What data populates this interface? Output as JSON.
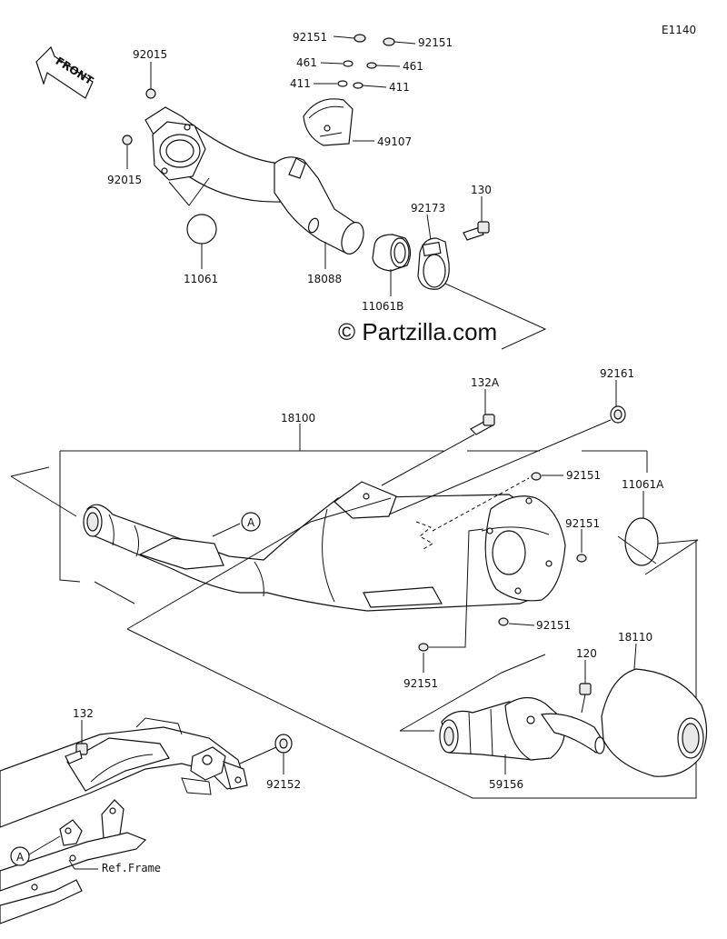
{
  "diagram_code": "E1140",
  "watermark": "© Partzilla.com",
  "front_label": "FRONT",
  "ref_frame_label": "Ref.Frame",
  "reference_marker": "A",
  "callouts": {
    "c92151_a": "92151",
    "c92151_b": "92151",
    "c461_a": "461",
    "c461_b": "461",
    "c411_a": "411",
    "c411_b": "411",
    "c49107": "49107",
    "c92015_a": "92015",
    "c92015_b": "92015",
    "c11061": "11061",
    "c18088": "18088",
    "c11061B": "11061B",
    "c92173": "92173",
    "c130": "130",
    "c18100": "18100",
    "c132A": "132A",
    "c92161": "92161",
    "c92151_c": "92151",
    "c11061A": "11061A",
    "c92151_d": "92151",
    "c92151_e": "92151",
    "c92151_f": "92151",
    "c120": "120",
    "c18110": "18110",
    "c59156": "59156",
    "c132": "132",
    "c92152": "92152"
  }
}
